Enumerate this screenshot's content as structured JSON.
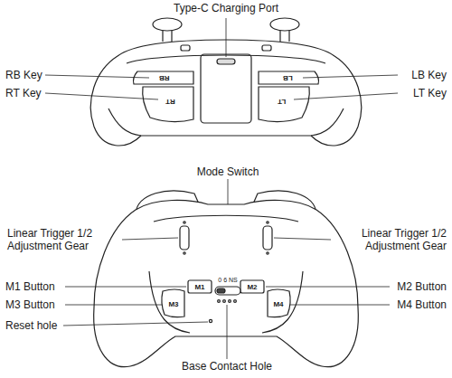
{
  "diagram": {
    "labels": [
      "Type-C Charging Port",
      "RB Key",
      "RT Key",
      "LB Key",
      "LT Key",
      "RB",
      "RT",
      "LB",
      "LT",
      "Mode Switch",
      "Linear Trigger 1/2 Adjustment Gear",
      "Linear Trigger 1/2 Adjustment Gear",
      "M1 Button",
      "M3 Button",
      "Reset hole",
      "M2 Button",
      "M4 Button",
      "M1",
      "M2",
      "M3",
      "M4",
      "0 6 NS",
      "Base Contact Hole"
    ]
  }
}
